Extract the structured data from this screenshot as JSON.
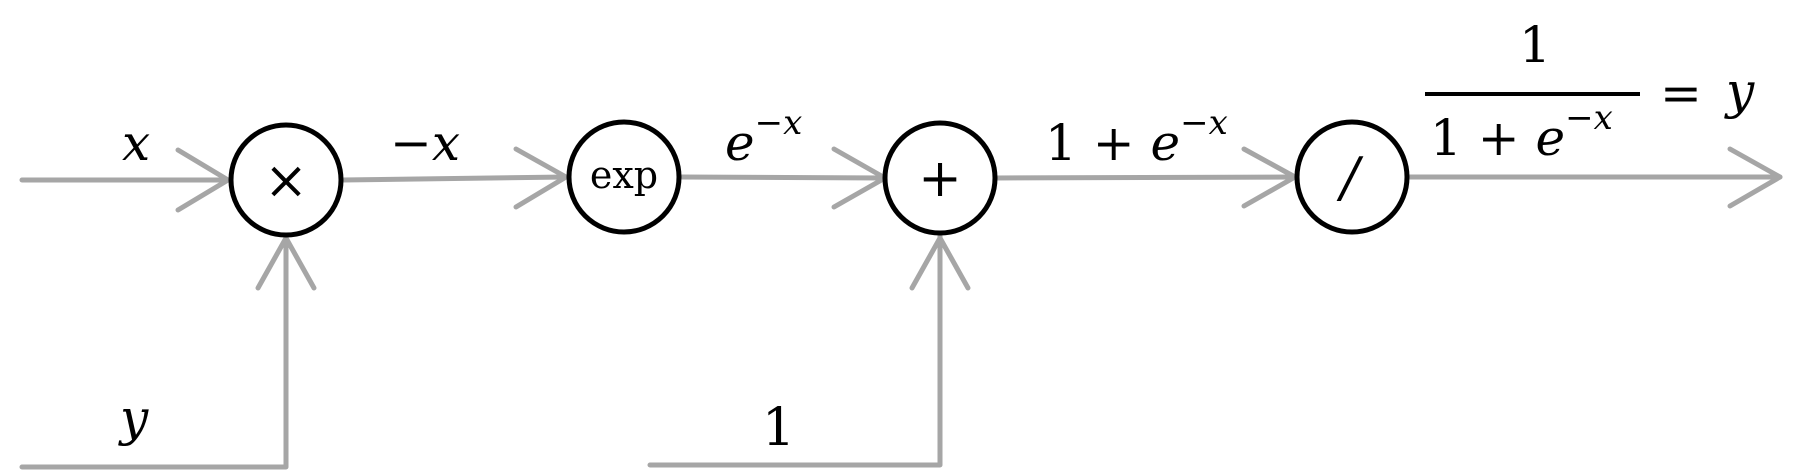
{
  "nodes": {
    "multiply": {
      "symbol": "×"
    },
    "exp": {
      "symbol": "exp"
    },
    "add": {
      "symbol": "+"
    },
    "divide": {
      "symbol": "/"
    }
  },
  "labels": {
    "input_x": "x",
    "input_y": "y",
    "input_one": "1",
    "neg_x": {
      "minus": "−",
      "var": "x"
    },
    "exp_out": {
      "base": "e",
      "sup": "−x"
    },
    "add_out": {
      "prefix": "1 + ",
      "base": "e",
      "sup": "−x"
    },
    "result": {
      "numerator": "1",
      "denominator_prefix": "1 + ",
      "denominator_base": "e",
      "denominator_sup": "−x",
      "equals": "=",
      "output": "y"
    }
  },
  "colors": {
    "edge": "#a6a6a6",
    "node_stroke": "#000000",
    "text": "#000000"
  }
}
